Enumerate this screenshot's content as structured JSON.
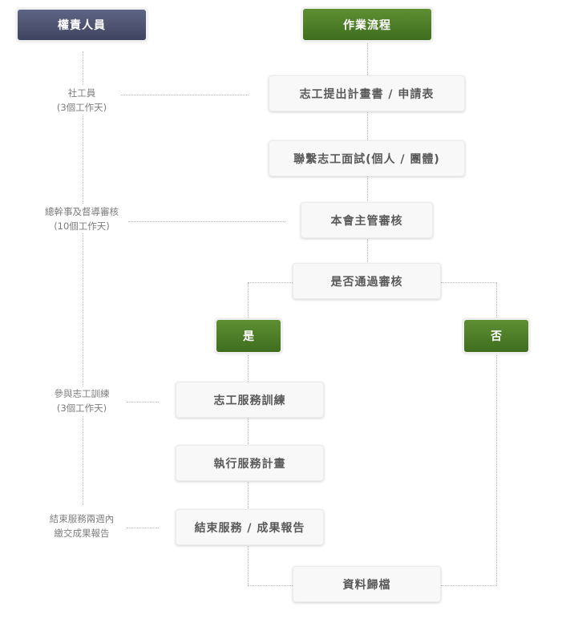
{
  "headers": {
    "left": "權責人員",
    "right": "作業流程"
  },
  "roles": {
    "social_worker": {
      "name": "社工員",
      "duration": "(3個工作天)"
    },
    "director": {
      "name": "總幹事及督導審核",
      "duration": "(10個工作天)"
    },
    "training": {
      "name": "參與志工訓練",
      "duration": "(3個工作天)"
    },
    "report": {
      "name": "結束服務兩週內",
      "duration": "繳交成果報告"
    }
  },
  "steps": {
    "apply": "志工提出計畫書 / 申請表",
    "interview": "聯繫志工面試(個人 / 團體)",
    "review": "本會主管審核",
    "approved_question": "是否通過審核",
    "training": "志工服務訓練",
    "execute": "執行服務計畫",
    "finish": "結束服務 / 成果報告",
    "archive": "資料歸檔"
  },
  "decisions": {
    "yes": "是",
    "no": "否"
  },
  "colors": {
    "role_header": "#4a506e",
    "flow_green": "#4e7d28",
    "box_text": "#595959",
    "connector": "#b9b9b9"
  }
}
